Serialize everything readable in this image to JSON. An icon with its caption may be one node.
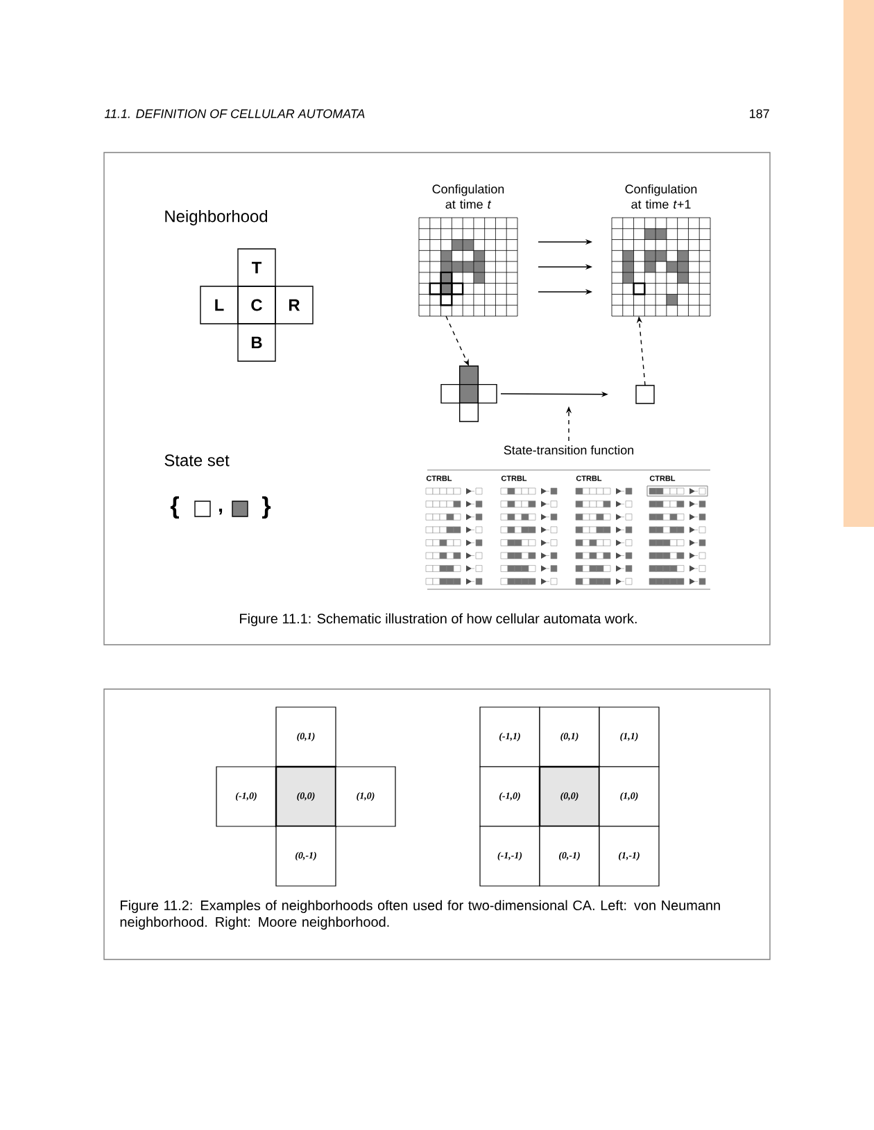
{
  "diagram": {
    "nodes": [
      {
        "text": [
          "T"
        ]
      },
      {
        "text": [
          "L"
        ]
      },
      {
        "text": [
          "C"
        ]
      },
      {
        "text": [
          "R"
        ]
      },
      {
        "text": [
          "B"
        ]
      },
      {
        "text": [
          "Configulation at time *t*"
        ]
      },
      {
        "text": [
          "Configulation at time *t*+1"
        ]
      },
      {
        "text": [],
        "shape": "picture"
      },
      {
        "text": [],
        "shape": "box"
      },
      {
        "text": [],
        "shape": "box"
      },
      {
        "text": [],
        "shape": "box"
      },
      {
        "text": [
          "State-transition function",
          "CTRBL",
          "CTRBL",
          "CTRBL",
          "CTRBL"
        ]
      },
      {
        "text": [
          "(0,1)"
        ]
      },
      {
        "text": [
          "(-1,0)"
        ]
      },
      {
        "text": [
          "(0,0)"
        ]
      },
      {
        "text": [
          "(1,0)"
        ]
      },
      {
        "text": [
          "(0,-1)"
        ]
      },
      {
        "text": [
          "(-1,1)"
        ]
      },
      {
        "text": [
          "(0,1)"
        ]
      },
      {
        "text": [
          "(1,1)"
        ]
      },
      {
        "text": [
          "(-1,0)"
        ]
      },
      {
        "text": [
          "(0,0)"
        ]
      },
      {
        "text": [
          "(1,0)"
        ]
      },
      {
        "text": [
          "(-1,-1)"
        ]
      },
      {
        "text": [
          "(0,-1)"
        ]
      },
      {
        "text": [
          "(1,-1)"
        ]
      }
    ],
    "edges": [
      {
        "from": 5,
        "to": 6,
        "arrow": "to"
      },
      {
        "from": 5,
        "to": 6,
        "arrow": "to"
      },
      {
        "from": 5,
        "to": 6,
        "arrow": "to"
      },
      {
        "from": 5,
        "to": 7,
        "arrow": "to",
        "style": "dashed"
      },
      {
        "from": 7,
        "to": 8,
        "arrow": "to"
      },
      {
        "from": 8,
        "to": 6,
        "arrow": "to",
        "style": "dashed"
      },
      {
        "from": 11,
        "to": null,
        "arrow": "to",
        "style": "dashed"
      }
    ],
    "labels": [
      "11.1. DEFINITION OF CELLULAR AUTOMATA",
      "187",
      "Neighborhood",
      "State set",
      "{",
      ",",
      "}",
      "Figure 11.1: Schematic illustration of how cellular automata work.",
      "Figure 11.2: Examples of neighborhoods often used for two-dimensional CA. Left: von Neumann neighborhood. Right: Moore neighborhood."
    ]
  }
}
